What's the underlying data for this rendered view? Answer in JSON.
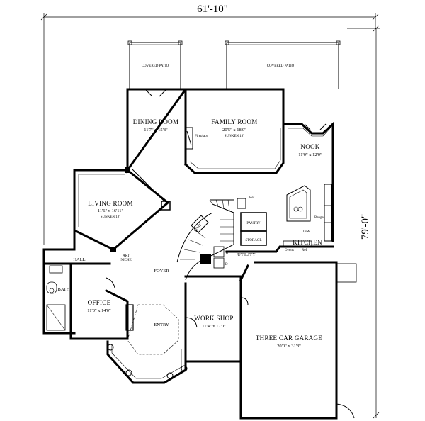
{
  "dimensions": {
    "width": "61'-10\"",
    "depth": "79'-0\""
  },
  "rooms": {
    "covered_patio_left": {
      "name": "COVERED PATIO"
    },
    "covered_patio_right": {
      "name": "COVERED PATIO"
    },
    "dining": {
      "name": "DINING ROOM",
      "size": "11'7\" x 15'8\""
    },
    "family": {
      "name": "FAMILY ROOM",
      "size": "20'5\" x 18'0\"",
      "note": "SUNKEN 18\""
    },
    "nook": {
      "name": "NOOK",
      "size": "11'0\" x 12'0\""
    },
    "living": {
      "name": "LIVING ROOM",
      "size": "11'6\" x 16'11\"",
      "note": "SUNKEN 18\""
    },
    "kitchen": {
      "name": "KITCHEN"
    },
    "foyer": {
      "name": "FOYER"
    },
    "hall": {
      "name": "HALL"
    },
    "bath": {
      "name": "BATH"
    },
    "office": {
      "name": "OFFICE",
      "size": "11'0\" x 14'0\""
    },
    "entry": {
      "name": "ENTRY"
    },
    "workshop": {
      "name": "WORK SHOP",
      "size": "11'4\" x 17'0\""
    },
    "garage": {
      "name": "THREE CAR GARAGE",
      "size": "20'0\" x 31'8\""
    },
    "pantry": {
      "name": "PANTRY"
    },
    "storage": {
      "name": "STORAGE"
    },
    "utility": {
      "name": "UTILITY"
    }
  },
  "labels": {
    "fireplace": "Fireplace",
    "ref_top": "Ref",
    "range": "Range",
    "dw": "D/W",
    "ovens": "Ovens",
    "ref_bottom": "Ref",
    "coat": "COAT",
    "art_niche_line1": "ART",
    "art_niche_line2": "NICHE",
    "washer": "W",
    "dryer": "D"
  }
}
